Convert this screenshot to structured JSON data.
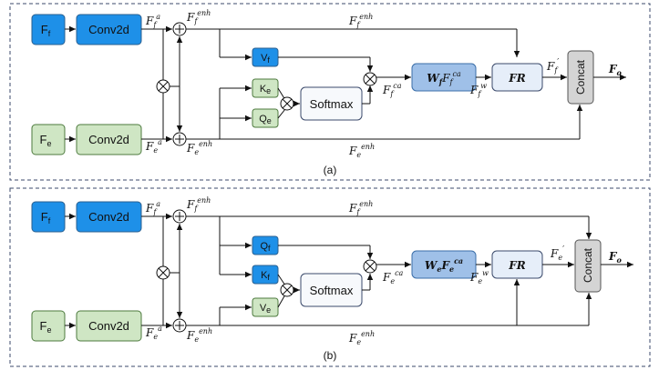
{
  "panel_a": {
    "caption": "(a)",
    "inputs": {
      "top": "F",
      "top_sub": "f",
      "bottom": "F",
      "bottom_sub": "e"
    },
    "conv_top": "Conv2d",
    "conv_bottom": "Conv2d",
    "small_1": "V",
    "small_1_sub": "f",
    "small_2": "K",
    "small_2_sub": "e",
    "small_3": "Q",
    "small_3_sub": "e",
    "softmax": "Softmax",
    "weight_box": "W",
    "weight_sub": "f",
    "weight_F": "F",
    "weight_F_sub": "f",
    "weight_F_sup": "ca",
    "fr": "FR",
    "concat": "Concat",
    "output": "F",
    "output_sub": "o",
    "label_conv_top": {
      "base": "F",
      "sub": "f",
      "sup": "a"
    },
    "label_conv_bottom": {
      "base": "F",
      "sub": "e",
      "sup": "a"
    },
    "label_enh_top": {
      "base": "F",
      "sub": "f",
      "sup": "enh"
    },
    "label_enh_bottom": {
      "base": "F",
      "sub": "e",
      "sup": "enh"
    },
    "label_line_top": {
      "base": "F",
      "sub": "f",
      "sup": "enh"
    },
    "label_line_bottom": {
      "base": "F",
      "sub": "e",
      "sup": "enh"
    },
    "label_ca": {
      "base": "F",
      "sub": "f",
      "sup": "ca"
    },
    "label_w": {
      "base": "F",
      "sub": "f",
      "sup": "w"
    },
    "label_prime": {
      "base": "F",
      "sub": "f",
      "sup": "′"
    }
  },
  "panel_b": {
    "caption": "(b)",
    "inputs": {
      "top": "F",
      "top_sub": "f",
      "bottom": "F",
      "bottom_sub": "e"
    },
    "conv_top": "Conv2d",
    "conv_bottom": "Conv2d",
    "small_1": "Q",
    "small_1_sub": "f",
    "small_2": "K",
    "small_2_sub": "f",
    "small_3": "V",
    "small_3_sub": "e",
    "softmax": "Softmax",
    "weight_box": "W",
    "weight_sub": "e",
    "weight_F": "F",
    "weight_F_sub": "e",
    "weight_F_sup": "ca",
    "fr": "FR",
    "concat": "Concat",
    "output": "F",
    "output_sub": "o",
    "label_conv_top": {
      "base": "F",
      "sub": "f",
      "sup": "a"
    },
    "label_conv_bottom": {
      "base": "F",
      "sub": "e",
      "sup": "a"
    },
    "label_enh_top": {
      "base": "F",
      "sub": "f",
      "sup": "enh"
    },
    "label_enh_bottom": {
      "base": "F",
      "sub": "e",
      "sup": "enh"
    },
    "label_line_top": {
      "base": "F",
      "sub": "f",
      "sup": "enh"
    },
    "label_line_bottom": {
      "base": "F",
      "sub": "e",
      "sup": "enh"
    },
    "label_ca": {
      "base": "F",
      "sub": "e",
      "sup": "ca"
    },
    "label_w": {
      "base": "F",
      "sub": "e",
      "sup": "w"
    },
    "label_prime": {
      "base": "F",
      "sub": "e",
      "sup": "′"
    }
  },
  "colors": {
    "blue": "#1e90e8",
    "blue_border": "#2b5f8f",
    "green": "#cfe6c4",
    "green_border": "#4d7a3e",
    "softmax_fill": "#f7f9fc",
    "weight_fill": "#9fc0e8",
    "fr_fill": "#e6eef9",
    "concat_fill": "#d4d4d4",
    "panel_border": "#3b4a6b"
  }
}
